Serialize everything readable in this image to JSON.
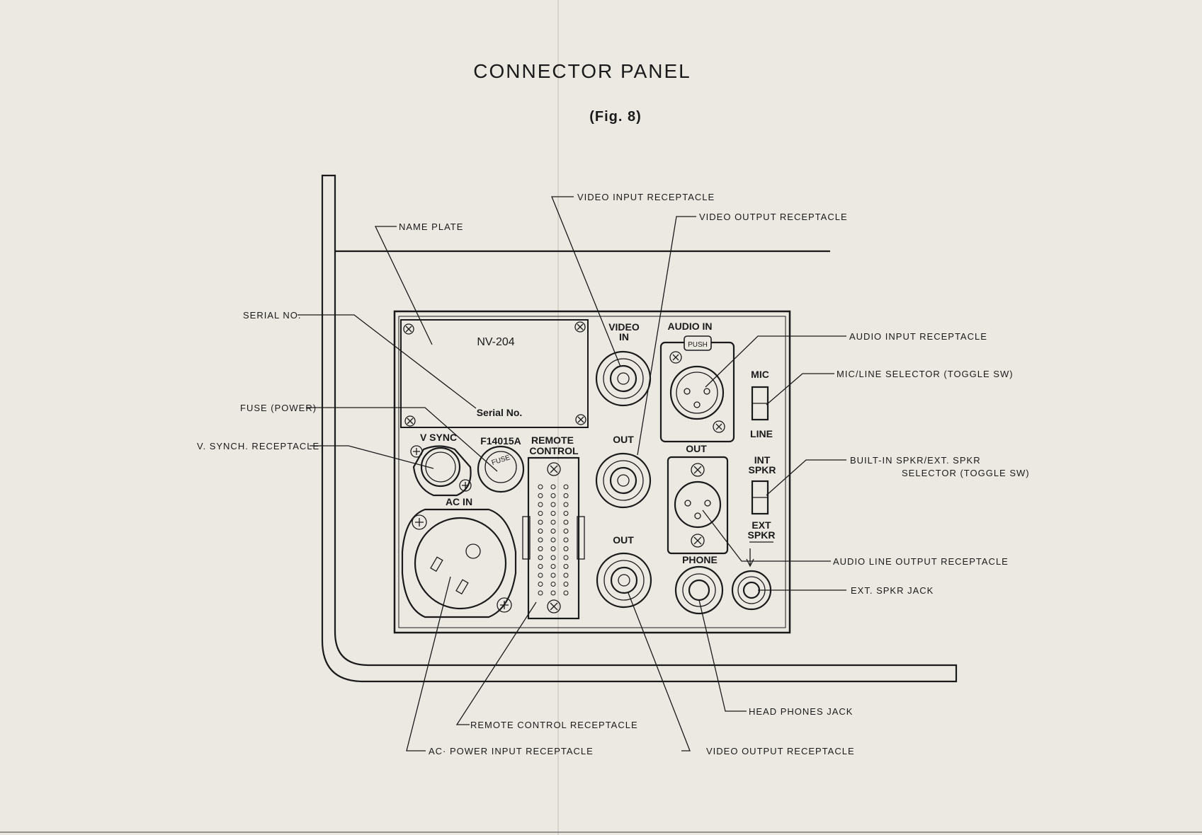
{
  "title": "CONNECTOR PANEL",
  "figure": "(Fig. 8)",
  "panel": {
    "model": "NV-204",
    "serial_label": "Serial No.",
    "v_sync": "V SYNC",
    "fuse_rating": "F14015A",
    "fuse": "FUSE",
    "remote_1": "REMOTE",
    "remote_2": "CONTROL",
    "ac_in": "AC IN",
    "video_in_1": "VIDEO",
    "video_in_2": "IN",
    "video_out_1": "OUT",
    "video_out_2": "OUT",
    "audio_in": "AUDIO IN",
    "push": "PUSH",
    "audio_out": "OUT",
    "phone": "PHONE",
    "mic": "MIC",
    "line": "LINE",
    "int_spkr_1": "INT",
    "int_spkr_2": "SPKR",
    "ext_spkr_1": "EXT",
    "ext_spkr_2": "SPKR"
  },
  "callouts": {
    "name_plate": "NAME PLATE",
    "serial_no": "SERIAL NO.",
    "fuse_power": "FUSE (POWER)",
    "v_synch": "V. SYNCH. RECEPTACLE",
    "video_input": "VIDEO INPUT RECEPTACLE",
    "video_output_top": "VIDEO OUTPUT RECEPTACLE",
    "audio_input": "AUDIO INPUT RECEPTACLE",
    "mic_line": "MIC/LINE SELECTOR (TOGGLE SW)",
    "spkr_sel_1": "BUILT-IN SPKR/EXT. SPKR",
    "spkr_sel_2": "SELECTOR (TOGGLE SW)",
    "audio_line_out": "AUDIO LINE OUTPUT RECEPTACLE",
    "ext_spkr_jack": "EXT. SPKR JACK",
    "head_phones": "HEAD PHONES JACK",
    "remote_control": "REMOTE CONTROL RECEPTACLE",
    "video_output_bottom": "VIDEO OUTPUT RECEPTACLE",
    "ac_power": "AC· POWER INPUT RECEPTACLE"
  }
}
